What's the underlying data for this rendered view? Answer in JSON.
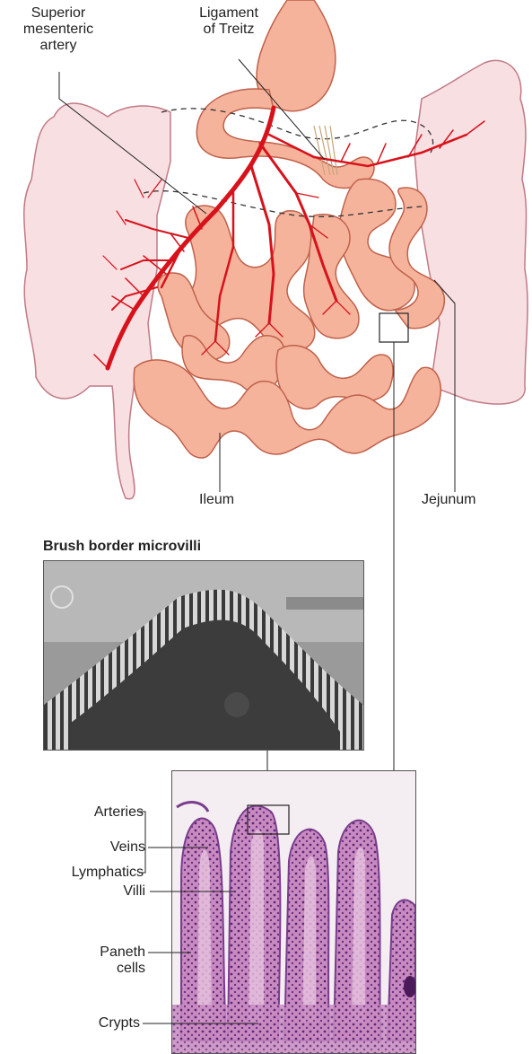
{
  "labels": {
    "superior_mesenteric_artery": [
      "Superior",
      "mesenteric",
      "artery"
    ],
    "ligament_of_treitz": [
      "Ligament",
      "of Treitz"
    ],
    "ileum": "Ileum",
    "jejunum": "Jejunum",
    "brush_border_title": "Brush border microvilli",
    "arteries": "Arteries",
    "veins": "Veins",
    "lymphatics": "Lymphatics",
    "villi": "Villi",
    "paneth_cells": [
      "Paneth",
      "cells"
    ],
    "crypts": "Crypts"
  },
  "colors": {
    "bowel_fill": "#f5b39c",
    "bowel_outline": "#c0614a",
    "colon_fill": "#f8dfe2",
    "colon_outline": "#c07a86",
    "artery": "#d8121b",
    "histology_pink": "#e8b3d6",
    "histology_purple": "#7a3d8e"
  }
}
